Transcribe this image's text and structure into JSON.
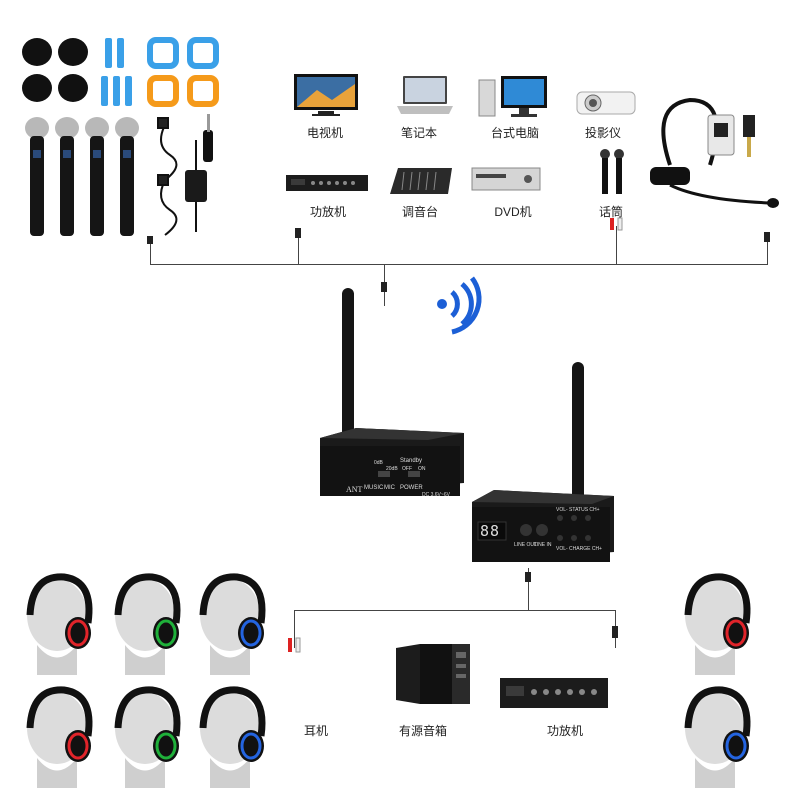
{
  "sources": {
    "tv": "电视机",
    "laptop": "笔记本",
    "desktop": "台式电脑",
    "projector": "投影仪",
    "amplifier": "功放机",
    "mixer": "调音台",
    "dvd": "DVD机",
    "microphone": "话筒"
  },
  "transmitter": {
    "ant": "ANT",
    "music": "MUSIC",
    "mic": "MIC",
    "power": "POWER",
    "standby": "Standby",
    "db0": "0dB",
    "db20": "20dB",
    "off": "OFF",
    "on": "ON",
    "dc": "DC 3.6V~6V"
  },
  "receiver": {
    "display": "88",
    "vol_status": "VOL- STATUS CH+",
    "vol_charge": "VOL- CHARGE CH+",
    "line_out": "LINE OUT",
    "line_in": "LINE IN"
  },
  "outputs": {
    "headphones": "耳机",
    "active_speaker": "有源音箱",
    "amplifier": "功放机"
  },
  "colors": {
    "headphone_red": "#e0242a",
    "headphone_green": "#1fb03a",
    "headphone_blue": "#2464e0",
    "wifi_blue": "#1c5fd6",
    "silicone_blue": "#3aa0e8",
    "silicone_orange": "#f59a1a"
  }
}
